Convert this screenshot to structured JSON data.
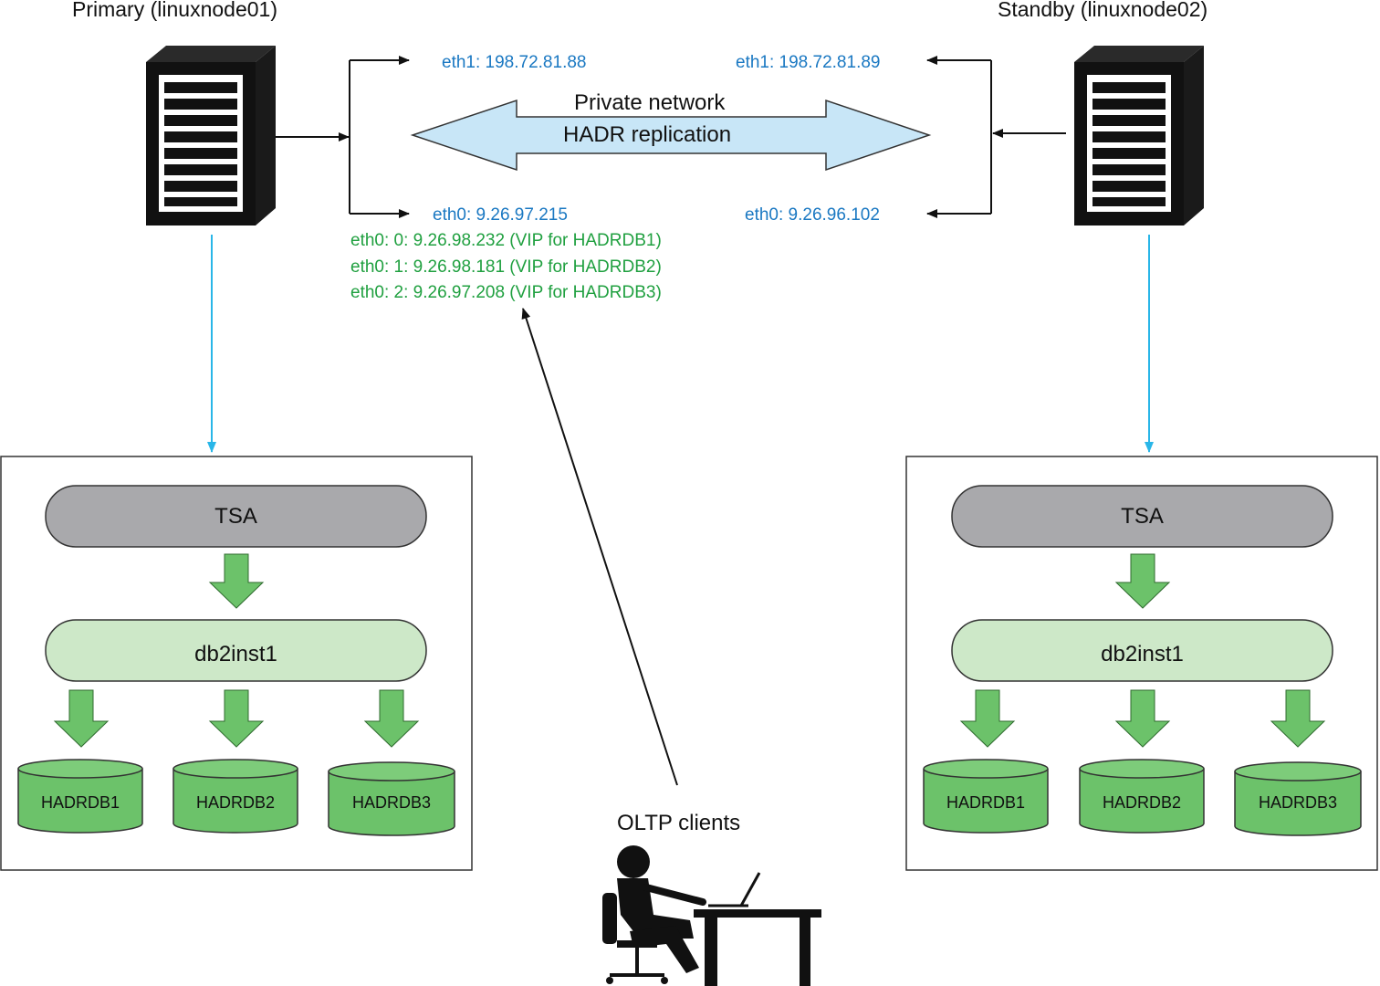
{
  "nodes": {
    "primary": {
      "title": "Primary (linuxnode01)",
      "eth1": "eth1: 198.72.81.88",
      "eth0": "eth0: 9.26.97.215",
      "tsa": "TSA",
      "instance": "db2inst1",
      "databases": [
        "HADRDB1",
        "HADRDB2",
        "HADRDB3"
      ]
    },
    "standby": {
      "title": "Standby (linuxnode02)",
      "eth1": "eth1: 198.72.81.89",
      "eth0": "eth0: 9.26.96.102",
      "tsa": "TSA",
      "instance": "db2inst1",
      "databases": [
        "HADRDB1",
        "HADRDB2",
        "HADRDB3"
      ]
    }
  },
  "network": {
    "line1": "Private network",
    "line2": "HADR replication"
  },
  "vips": [
    "eth0: 0: 9.26.98.232 (VIP for HADRDB1)",
    "eth0: 1: 9.26.98.181 (VIP for HADRDB2)",
    "eth0: 2: 9.26.97.208 (VIP for HADRDB3)"
  ],
  "clients": {
    "label": "OLTP clients"
  },
  "colors": {
    "eth_blue": "#1a78c2",
    "vip_green": "#20a040",
    "connector_cyan": "#29b6e8",
    "tsa_gray": "#a9a9ac",
    "instance_green": "#cde8c8",
    "db_green": "#6cc26a",
    "network_arrow": "#c8e6f7"
  }
}
